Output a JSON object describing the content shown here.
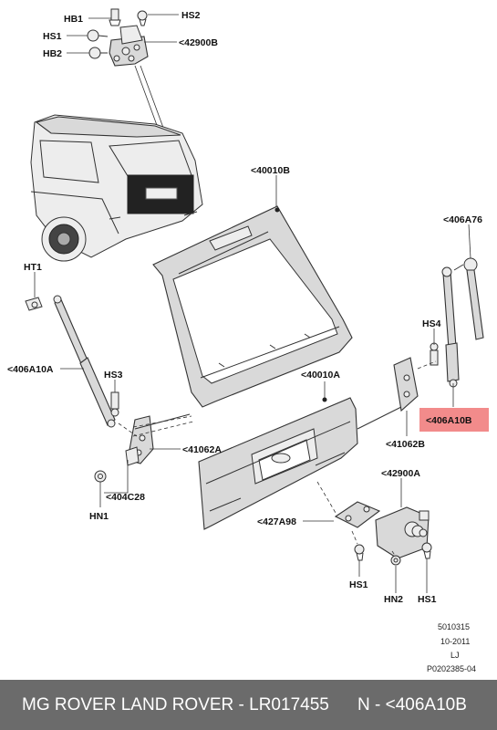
{
  "labels": {
    "hb1": "HB1",
    "hs2": "HS2",
    "hs1_top": "HS1",
    "a42900b": "<42900B",
    "hb2": "HB2",
    "a40010b": "<40010B",
    "a406a76": "<406A76",
    "ht1": "HT1",
    "hs4": "HS4",
    "a406a10a": "<406A10A",
    "hs3": "HS3",
    "a40010a": "<40010A",
    "a406a10b": "<406A10B",
    "a41062a": "<41062A",
    "a41062b": "<41062B",
    "a42900a": "<42900A",
    "a404c28": "<404C28",
    "hn1": "HN1",
    "a427a98": "<427A98",
    "hs1_bl": "HS1",
    "hn2": "HN2",
    "hs1_br": "HS1"
  },
  "meta": {
    "line1": "5010315",
    "line2": "10-2011",
    "line3": "LJ",
    "line4": "P0202385-04"
  },
  "highlight_color": "#f28b8b",
  "footer": {
    "text": "MG ROVER LAND ROVER - LR017455",
    "code": "N - <406A10B"
  }
}
